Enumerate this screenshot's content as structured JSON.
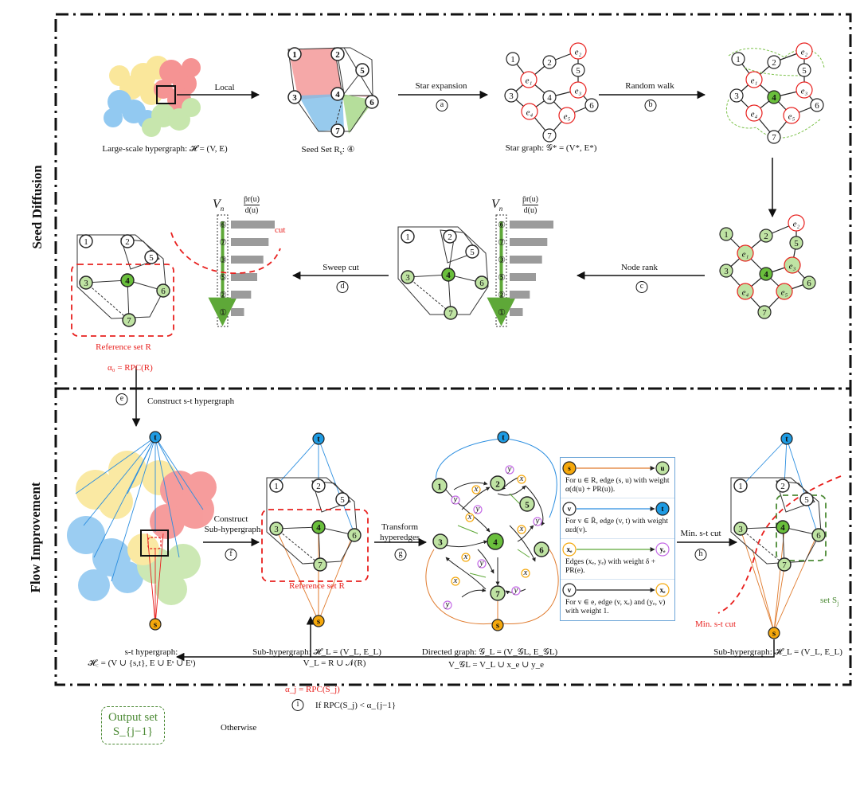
{
  "sections": {
    "top": "Seed Diffusion",
    "bottom": "Flow Improvement"
  },
  "top_row": {
    "hypergraph_caption": "Large-scale hypergraph: 𝓗 = (V, E)",
    "local_label": "Local",
    "seed_caption": "Seed Set R",
    "seed_caption_sub": "s",
    "seed_caption_node": ": ④",
    "star_expansion_label": "Star expansion",
    "step_a": "a",
    "star_caption": "Star graph: 𝒢* = (V*, E*)",
    "random_walk_label": "Random walk",
    "step_b": "b"
  },
  "middle_row": {
    "node_rank_label": "Node rank",
    "step_c": "c",
    "sweep_cut_label": "Sweep cut",
    "step_d": "d",
    "cut_label": "cut",
    "reference_set_label": "Reference set R",
    "rank_header_v": "V",
    "rank_header_v_sub": "n",
    "rank_header_pr": "p̄r(u)",
    "rank_header_du": "d(u)",
    "rank_order": [
      "⑥",
      "⑦",
      "③",
      "⑤",
      "②",
      "①"
    ],
    "rank_values": [
      1.0,
      0.86,
      0.74,
      0.6,
      0.46,
      0.3
    ],
    "alpha0": "α₀ = RPC(R)"
  },
  "bottom_row": {
    "step_e": "e",
    "construct_st_label": "Construct s-t hypergraph",
    "st_caption_1": "s-t hypergraph:",
    "st_caption_2": "𝓗꜀ = (V ∪ {s,t}, E ∪ Eˢ ∪ Eᵗ)",
    "construct_sub_label_1": "Construct",
    "construct_sub_label_2": "Sub-hypergraph",
    "step_f": "f",
    "sub_reference_label": "Reference set R",
    "sub_caption_1": "Sub-hypergraph: 𝓗_L = (V_L, E_L)",
    "sub_caption_2": "V_L = R ∪ 𝒩(R)",
    "transform_label_1": "Transform",
    "transform_label_2": "hyperedges",
    "step_g": "g",
    "directed_caption_1": "Directed graph: 𝒢_L = (V_𝒢L, E_𝒢L)",
    "directed_caption_2": "V_𝒢L = V_L ∪ x_e ∪ y_e",
    "min_cut_label": "Min. s-t cut",
    "step_h": "h",
    "set_sj_label": "set S",
    "set_sj_sub": "j",
    "min_cut_red": "Min. s-t cut",
    "final_caption": "Sub-hypergraph: 𝓗_L = (V_L, E_L)",
    "alpha_j": "α_j = RPC(S_j)",
    "step_i": "i",
    "if_label": "If RPC(S_j) < α_{j−1}",
    "otherwise_label": "Otherwise",
    "output_1": "Output set",
    "output_2": "S_{j−1}"
  },
  "legend": [
    {
      "from": "s",
      "to": "u",
      "text": "For u ∈ R, edge (s, u) with weight α(d(u) + PR(u))."
    },
    {
      "from": "v",
      "to": "t",
      "text": "For v ∈ R̄, edge (v, t) with weight αεd(v)."
    },
    {
      "from": "xₑ",
      "to": "yₑ",
      "text": "Edges (xₑ, yₑ) with weight δ + PR(e)."
    },
    {
      "from": "v",
      "to": "xₑ",
      "text": "For v ∈ e, edge (v, xₑ) and (yₑ, v) with weight 1."
    }
  ],
  "colors": {
    "node_green": "#bfe3a3",
    "node_green_dark": "#6abf3c",
    "edge_red": "#e8201e",
    "source_orange": "#f5a80c",
    "sink_blue": "#1e9be3",
    "stroke_green": "#4c8a35",
    "violet": "#c46ae6",
    "bar_gray": "#9b9b9b"
  },
  "icons": {
    "rank_arrow": "green-down-arrow-icon",
    "flow_arrow": "arrow-icon"
  }
}
